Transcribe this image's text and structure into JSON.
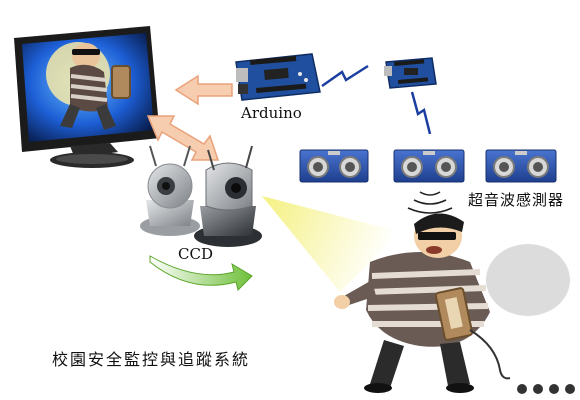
{
  "labels": {
    "arduino": "Arduino",
    "ccd": "CCD",
    "ultrasonic_sensor": "超音波感測器",
    "system_title": "校園安全監控與追蹤系統"
  },
  "icons": {
    "monitor": "monitor-icon",
    "thief_on_screen": "thief-icon",
    "arduino_board": "circuit-board-icon",
    "wireless_link": "lightning-signal-icon",
    "ultrasonic_sensor": "ultrasonic-sensor-icon",
    "ip_camera": "ip-camera-icon",
    "burglar": "burglar-icon",
    "camera_beam": "light-beam-icon",
    "sound_waves": "sound-wave-icon",
    "ellipsis": "ellipsis-icon"
  },
  "colors": {
    "arrow_orange": "#f3b98a",
    "arrow_green": "#7ac943",
    "beam_yellow": "#f4f07a",
    "board_blue": "#1f4f9e",
    "sensor_blue": "#2f58b8",
    "monitor_dark": "#1b1b1b",
    "screen_blue": "#1d5fd6"
  }
}
